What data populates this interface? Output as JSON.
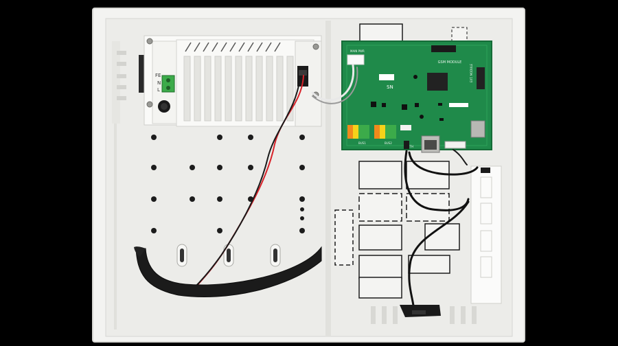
{
  "photo": {
    "subject": "Open security control panel enclosure",
    "colors": {
      "background": "#000000",
      "enclosure": "#f3f3f1",
      "enclosure_shade": "#e3e3df",
      "pcb": "#1f8a4a",
      "pcb_dark": "#156b37",
      "terminal_orange": "#f08a1c",
      "terminal_yellow": "#f5d21a",
      "terminal_green": "#3cab4a",
      "wire_red": "#d8232a",
      "wire_black": "#1a1a1a",
      "strap": "#1b1b1b"
    }
  },
  "labels": {
    "psu_terminal": "FE\nN\nL",
    "pcb_gsm": "GSM MODULE",
    "pcb_ser": "SN",
    "pcb_power": "MAIN PWR",
    "pcb_small1": "EXT. MODULE",
    "pcb_small2": "BUS1",
    "pcb_small3": "BUS2",
    "pcb_eth": "ETH"
  }
}
